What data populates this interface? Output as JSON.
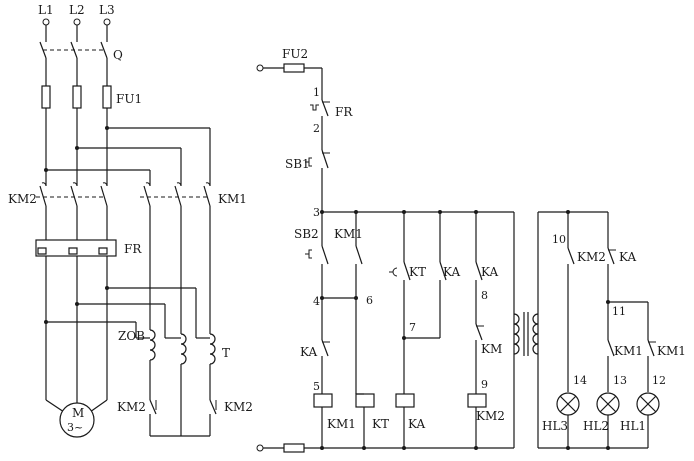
{
  "labels": {
    "L1": "L1",
    "L2": "L2",
    "L3": "L3",
    "Q": "Q",
    "FU1": "FU1",
    "FU2": "FU2",
    "KM2_main": "KM2",
    "KM1_main": "KM1",
    "FR_main": "FR",
    "FR_ctrl": "FR",
    "ZOB": "ZOB",
    "T": "T",
    "KM2_star_left": "KM2",
    "KM2_star_right": "KM2",
    "motor_line1": "M",
    "motor_line2": "3~",
    "SB1": "SB1",
    "SB2": "SB2",
    "KM1_hold": "KM1",
    "KT_contact": "KT",
    "KA_contact1": "KA",
    "KA_contact2": "KA",
    "KA_nc": "KA",
    "KM_nc": "KM",
    "coil_KM1": "KM1",
    "coil_KT": "KT",
    "coil_KA": "KA",
    "coil_KM2": "KM2",
    "KM2_lamp": "KM2",
    "KA_lamp": "KA",
    "KM1_lamp1": "KM1",
    "KM1_lamp2": "KM1",
    "HL3": "HL3",
    "HL2": "HL2",
    "HL1": "HL1",
    "n1": "1",
    "n2": "2",
    "n3": "3",
    "n4": "4",
    "n5": "5",
    "n6": "6",
    "n7": "7",
    "n8": "8",
    "n9": "9",
    "n10": "10",
    "n11": "11",
    "n12": "12",
    "n13": "13",
    "n14": "14"
  }
}
